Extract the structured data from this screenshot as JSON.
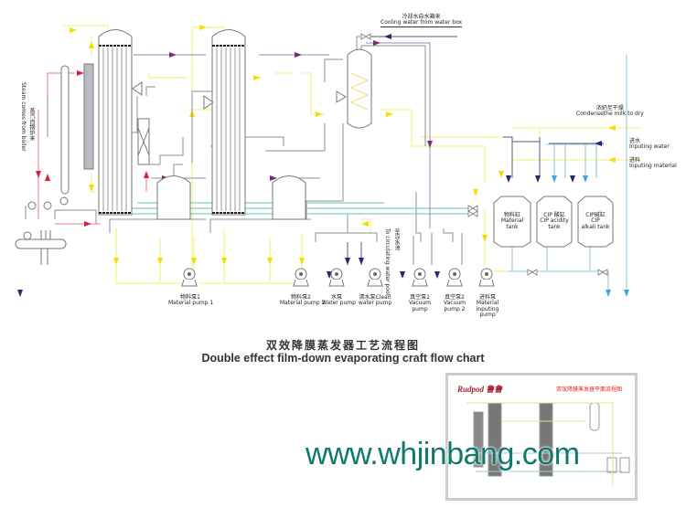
{
  "title": {
    "cn": "双效降膜蒸发器工艺流程图",
    "en": "Double effect film-down evaporating craft flow chart"
  },
  "labels": {
    "cooling_water": {
      "cn": "冷却水自水箱来",
      "en": "Cooling water from water box"
    },
    "condense_milk": {
      "cn": "浓奶至干燥",
      "en": "Condensethe milk to dry"
    },
    "inputing_water": {
      "cn": "进水",
      "en": "Inputing water"
    },
    "inputing_material": {
      "cn": "进料",
      "en": "Inputing material"
    },
    "steam": {
      "cn": "蒸汽自锅炉来",
      "en": "Steam comes from boiler"
    },
    "cooling_pool": {
      "cn": "至凉水池",
      "en": "To circulating water pool"
    }
  },
  "pumps": [
    {
      "cn": "物料泵1",
      "en": "Material pump 1"
    },
    {
      "cn": "物料泵2",
      "en": "Material pump 2"
    },
    {
      "cn": "水泵",
      "en": "Water pump"
    },
    {
      "cn": "清水泵Clean",
      "en": "water pump"
    },
    {
      "cn": "真空泵1",
      "en": "Vacuum pump"
    },
    {
      "cn": "真空泵2",
      "en": "Vacuum pump 2"
    },
    {
      "cn": "进料泵",
      "en": "Material inputing pump"
    }
  ],
  "tanks": [
    {
      "line1": "物料缸",
      "line2": "Material",
      "line3": "tank"
    },
    {
      "line1": "CIP 酸缸",
      "line2": "CIP acidity",
      "line3": "tank"
    },
    {
      "line1": "CIP碱缸",
      "line2": "CIP",
      "line3": "alkali tank"
    }
  ],
  "thumbnail": {
    "brand": "Rudpod 鲁鲁",
    "title": "双效降膜蒸发器平面流程图"
  },
  "watermark": "www.whjinbang.com",
  "colors": {
    "steam": "#e0203a",
    "material": "#f2e600",
    "cooling": "#2a2a7a",
    "vacuum": "#7a2a7a",
    "cip": "#4ab0d8",
    "pipe": "#9aa0aa",
    "watermark": "#0f7a6b"
  }
}
